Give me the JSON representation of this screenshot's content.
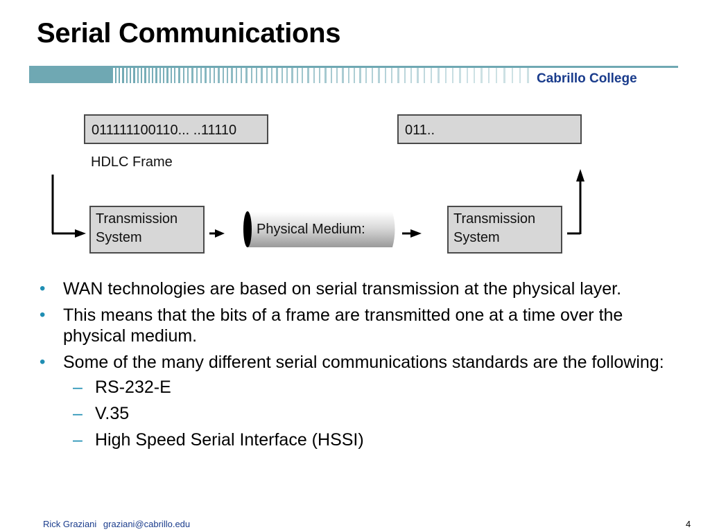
{
  "slide": {
    "title": "Serial Communications",
    "college": "Cabrillo College"
  },
  "diagram": {
    "left_frame_bits": "011111100110... ..11110",
    "right_frame_bits": "011..",
    "frame_label": "HDLC Frame",
    "left_system": [
      "Transmission",
      "System"
    ],
    "medium_label": "Physical Medium:",
    "right_system": [
      "Transmission",
      "System"
    ]
  },
  "bullets": [
    "WAN technologies are based on serial transmission at the physical layer.",
    "This means that the bits of a frame are transmitted one at a time over the physical medium.",
    "Some of the many different serial communications standards are the following:"
  ],
  "sub_bullets": [
    "RS-232-E",
    "V.35",
    "High Speed Serial Interface (HSSI)"
  ],
  "footer": {
    "author": "Rick Graziani",
    "email": "graziani@cabrillo.edu",
    "page": "4"
  },
  "colors": {
    "accent_teal": "#6fa8b3",
    "bullet_blue": "#1f8eb3",
    "college_blue": "#1a3c8c",
    "box_gray": "#d7d7d7"
  }
}
